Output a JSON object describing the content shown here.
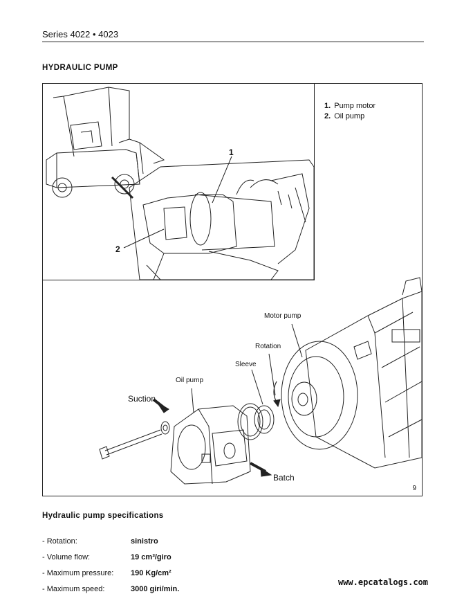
{
  "header": {
    "title": "Series 4022 • 4023"
  },
  "section": {
    "title": "HYDRAULIC PUMP"
  },
  "figure": {
    "legend": [
      {
        "num": "1.",
        "text": "Pump motor"
      },
      {
        "num": "2.",
        "text": "Oil pump"
      }
    ],
    "callout_1": "1",
    "callout_2": "2",
    "labels": {
      "motor_pump": "Motor pump",
      "rotation": "Rotation",
      "sleeve": "Sleeve",
      "oil_pump": "Oil pump",
      "suction": "Suction",
      "batch": "Batch"
    },
    "number": "9"
  },
  "specs": {
    "title": "Hydraulic pump specifications",
    "rows": [
      {
        "label": "- Rotation:",
        "value": "sinistro"
      },
      {
        "label": "- Volume flow:",
        "value": "19 cm³/giro"
      },
      {
        "label": "- Maximum pressure:",
        "value": "190 Kg/cm²"
      },
      {
        "label": "- Maximum speed:",
        "value": "3000 giri/min."
      }
    ]
  },
  "watermark": "www.epcatalogs.com"
}
